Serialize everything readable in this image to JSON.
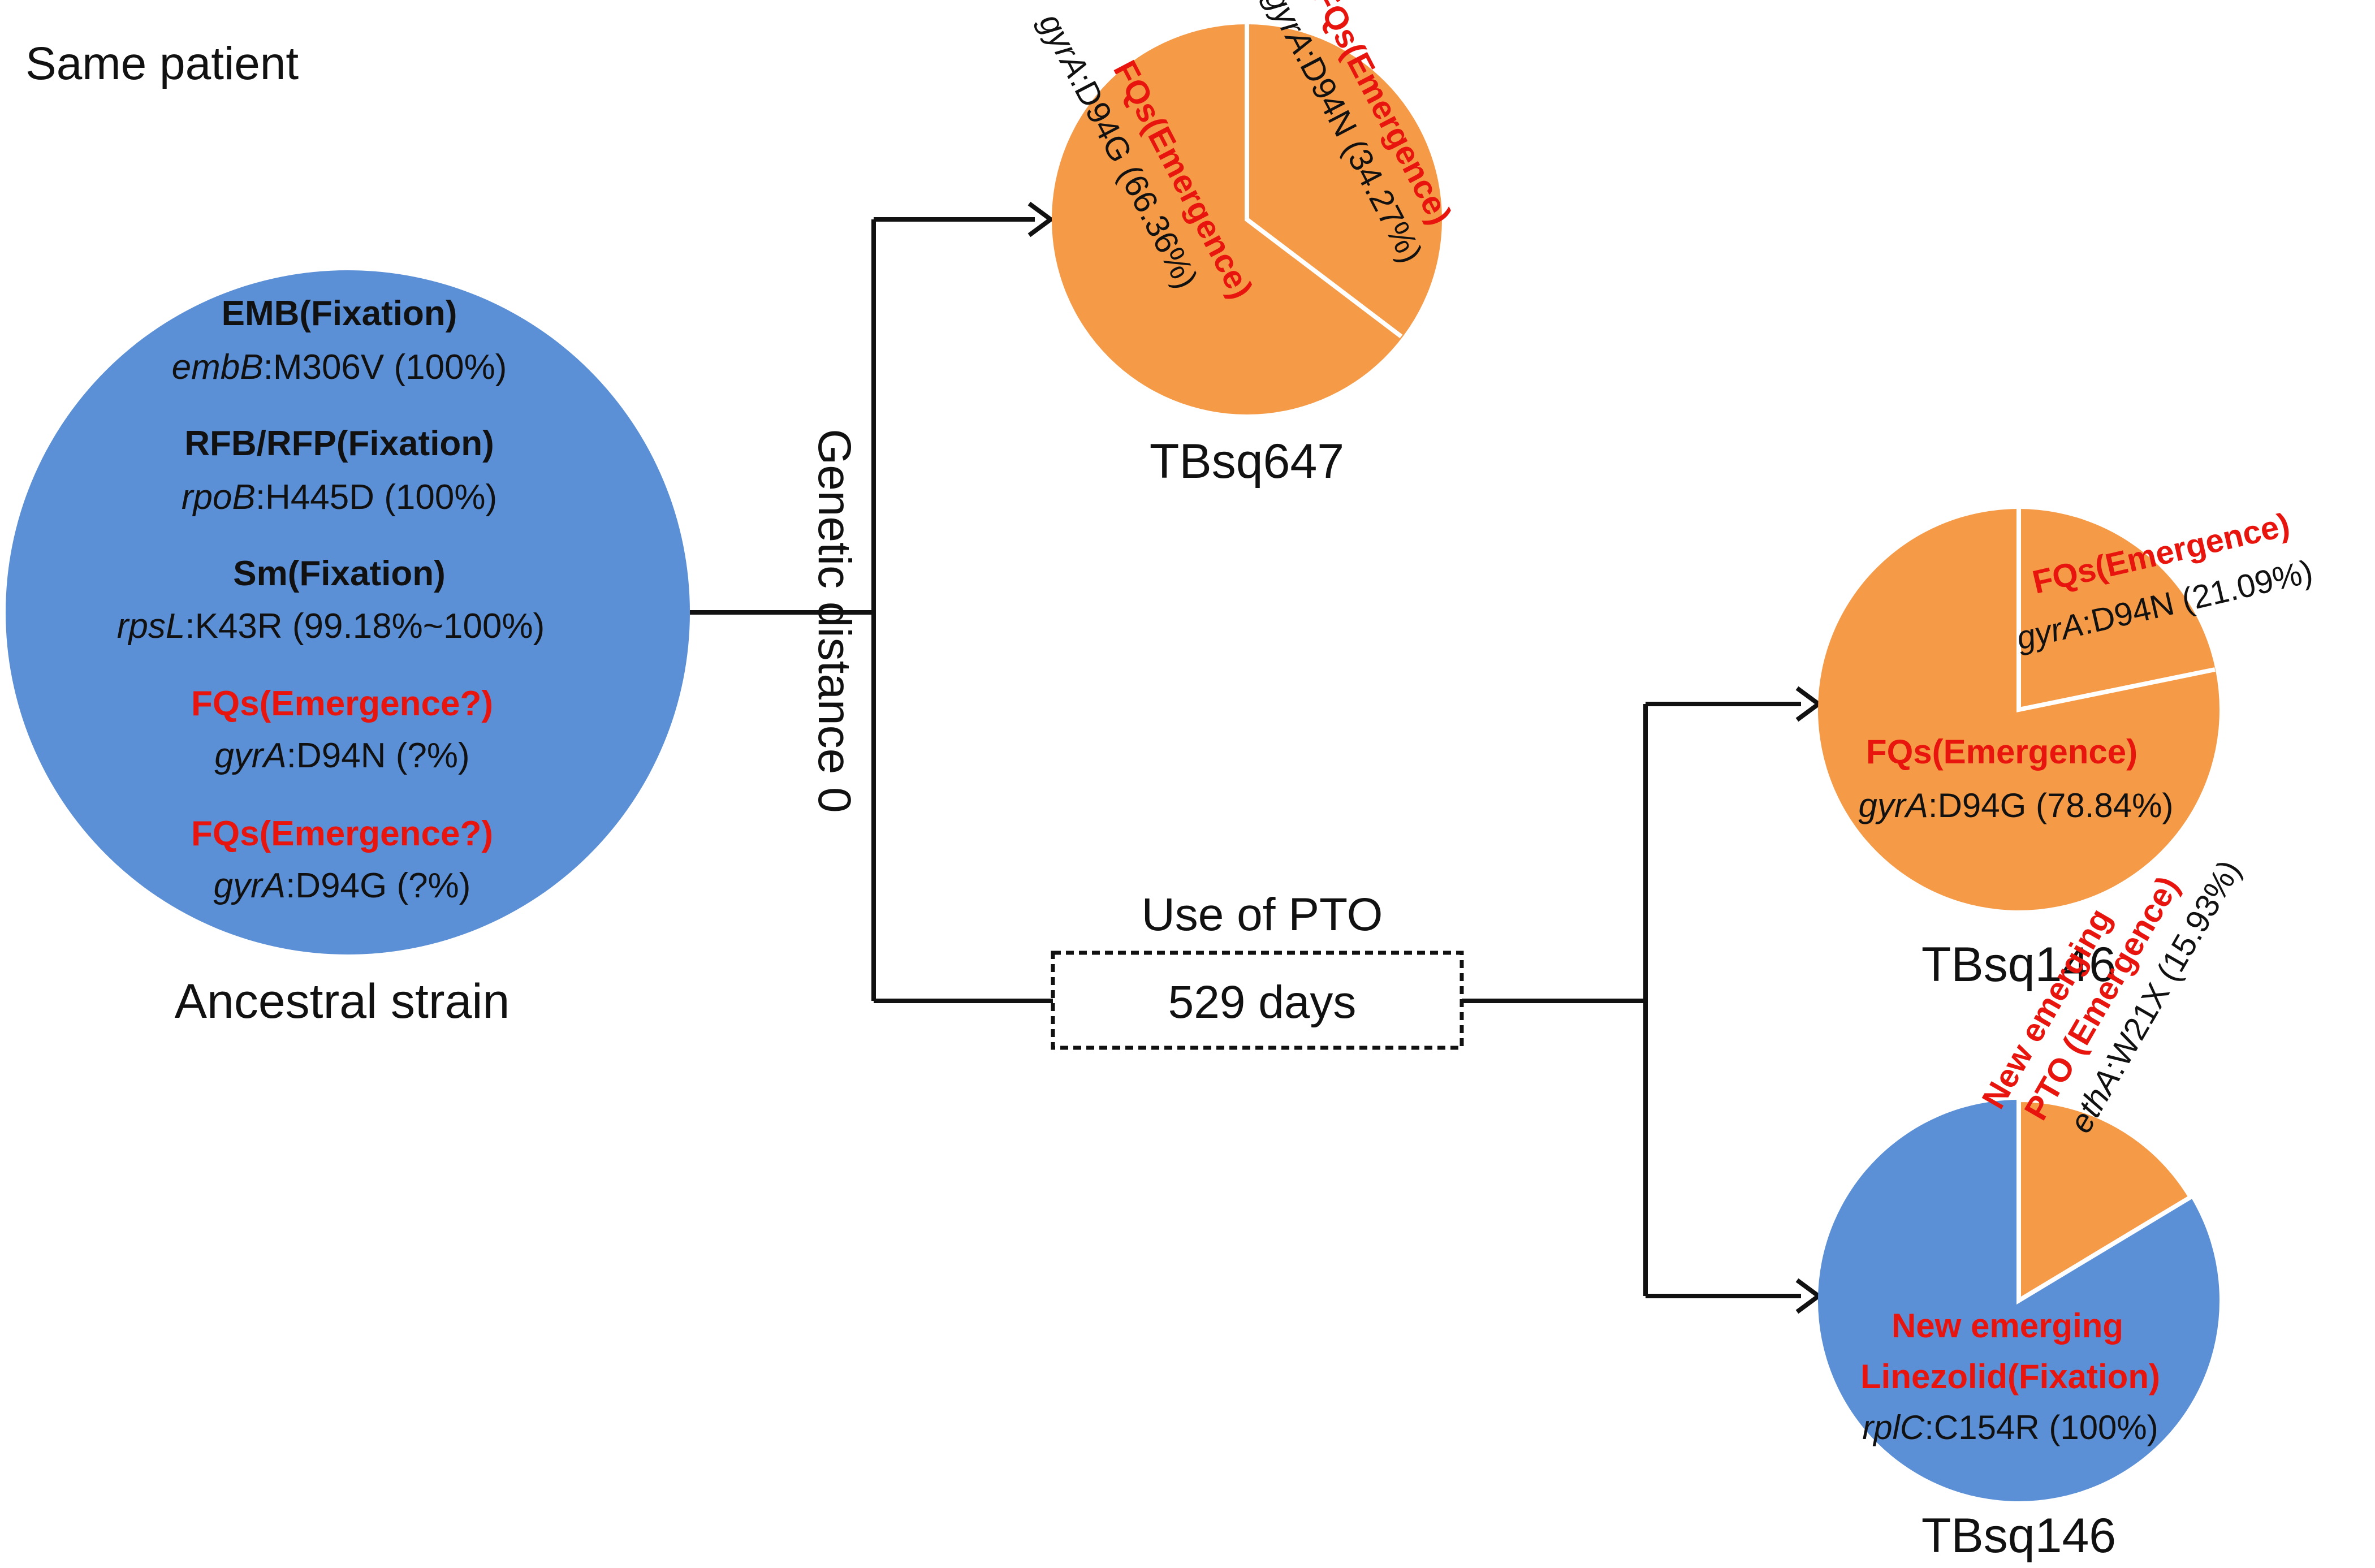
{
  "header": {
    "label": "Same patient"
  },
  "colors": {
    "blue": "#5B8FD6",
    "orange": "#F59A47",
    "red": "#E8140E",
    "text": "#111111",
    "line": "#111111"
  },
  "ancestral": {
    "name": "Ancestral strain",
    "entries": [
      {
        "drug": "EMB(Fixation)",
        "gene": "embB",
        "mutation": ":M306V (100%)",
        "emphasis": "black"
      },
      {
        "drug": "RFB/RFP(Fixation)",
        "gene": "rpoB",
        "mutation": ":H445D (100%)",
        "emphasis": "black"
      },
      {
        "drug": "Sm(Fixation)",
        "gene": "rpsL",
        "mutation": ":K43R (99.18%~100%)",
        "emphasis": "black"
      },
      {
        "drug": "FQs(Emergence?)",
        "gene": "gyrA",
        "mutation": ":D94N (?%)",
        "emphasis": "red"
      },
      {
        "drug": "FQs(Emergence?)",
        "gene": "gyrA",
        "mutation": ":D94G (?%)",
        "emphasis": "red"
      }
    ]
  },
  "genetic_distance_label": "Genetic distance 0",
  "treatment": {
    "label": "Use of PTO",
    "duration": "529 days"
  },
  "samples": [
    {
      "name": "TBsq647",
      "slices": [
        {
          "drug": "FQs(Emergence)",
          "gene": "gyrA",
          "mutation": ":D94G (66.36%)",
          "fraction": 0.6636
        },
        {
          "drug": "FQs(Emergence)",
          "gene": "gyrA",
          "mutation": ":D94N (34.27%)",
          "fraction": 0.3427
        }
      ]
    },
    {
      "name": "TBsq146",
      "slices": [
        {
          "drug": "FQs(Emergence)",
          "gene": "gyrA",
          "mutation": ":D94G (78.84%)",
          "fraction": 0.7884
        },
        {
          "drug": "FQs(Emergence)",
          "gene": "gyrA",
          "mutation": ":D94N (21.09%)",
          "fraction": 0.2109
        }
      ]
    },
    {
      "name": "TBsq146",
      "slices": [
        {
          "drug_line1": "New emerging",
          "drug_line2": "Linezolid(Fixation)",
          "gene": "rplC",
          "mutation": ":C154R (100%)",
          "fraction": 1.0
        },
        {
          "drug_line1": "New emerging",
          "drug_line2": "PTO (Emergence)",
          "gene": "ethA",
          "mutation": ":W21X (15.93%)",
          "fraction": 0.1593
        }
      ]
    }
  ]
}
